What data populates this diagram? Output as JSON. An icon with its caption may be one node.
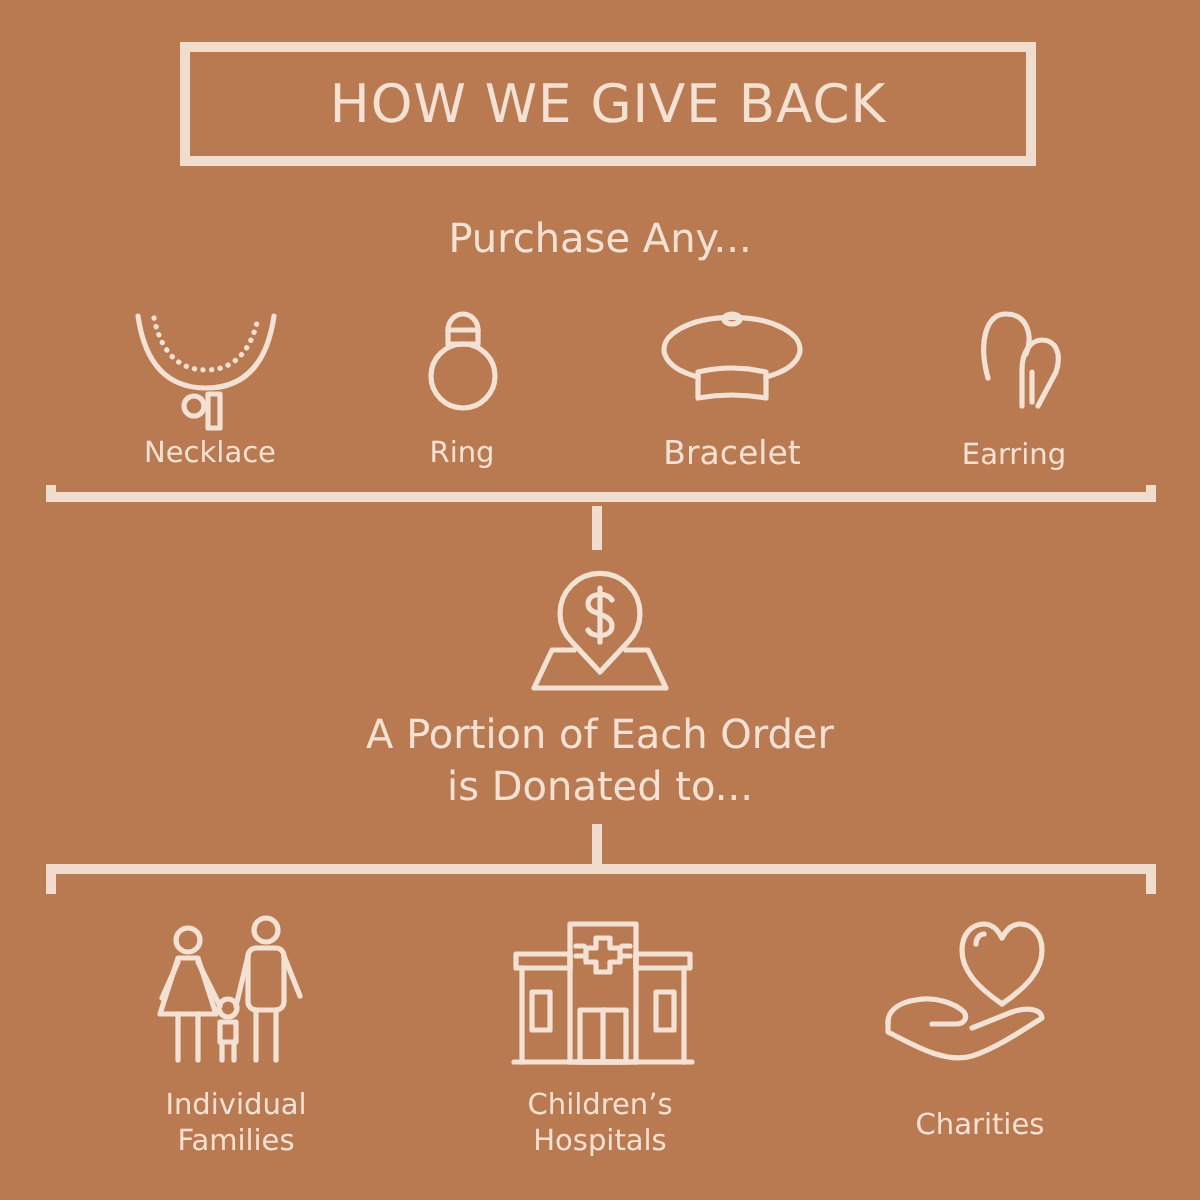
{
  "diagram": {
    "title": "HOW WE GIVE BACK",
    "labels": [
      "Purchase Any...",
      "Necklace",
      "Ring",
      "Bracelet",
      "Earring",
      "A Portion of Each Order is Donated to...",
      "Individual Families",
      "Children’s Hospitals",
      "Charities"
    ]
  }
}
